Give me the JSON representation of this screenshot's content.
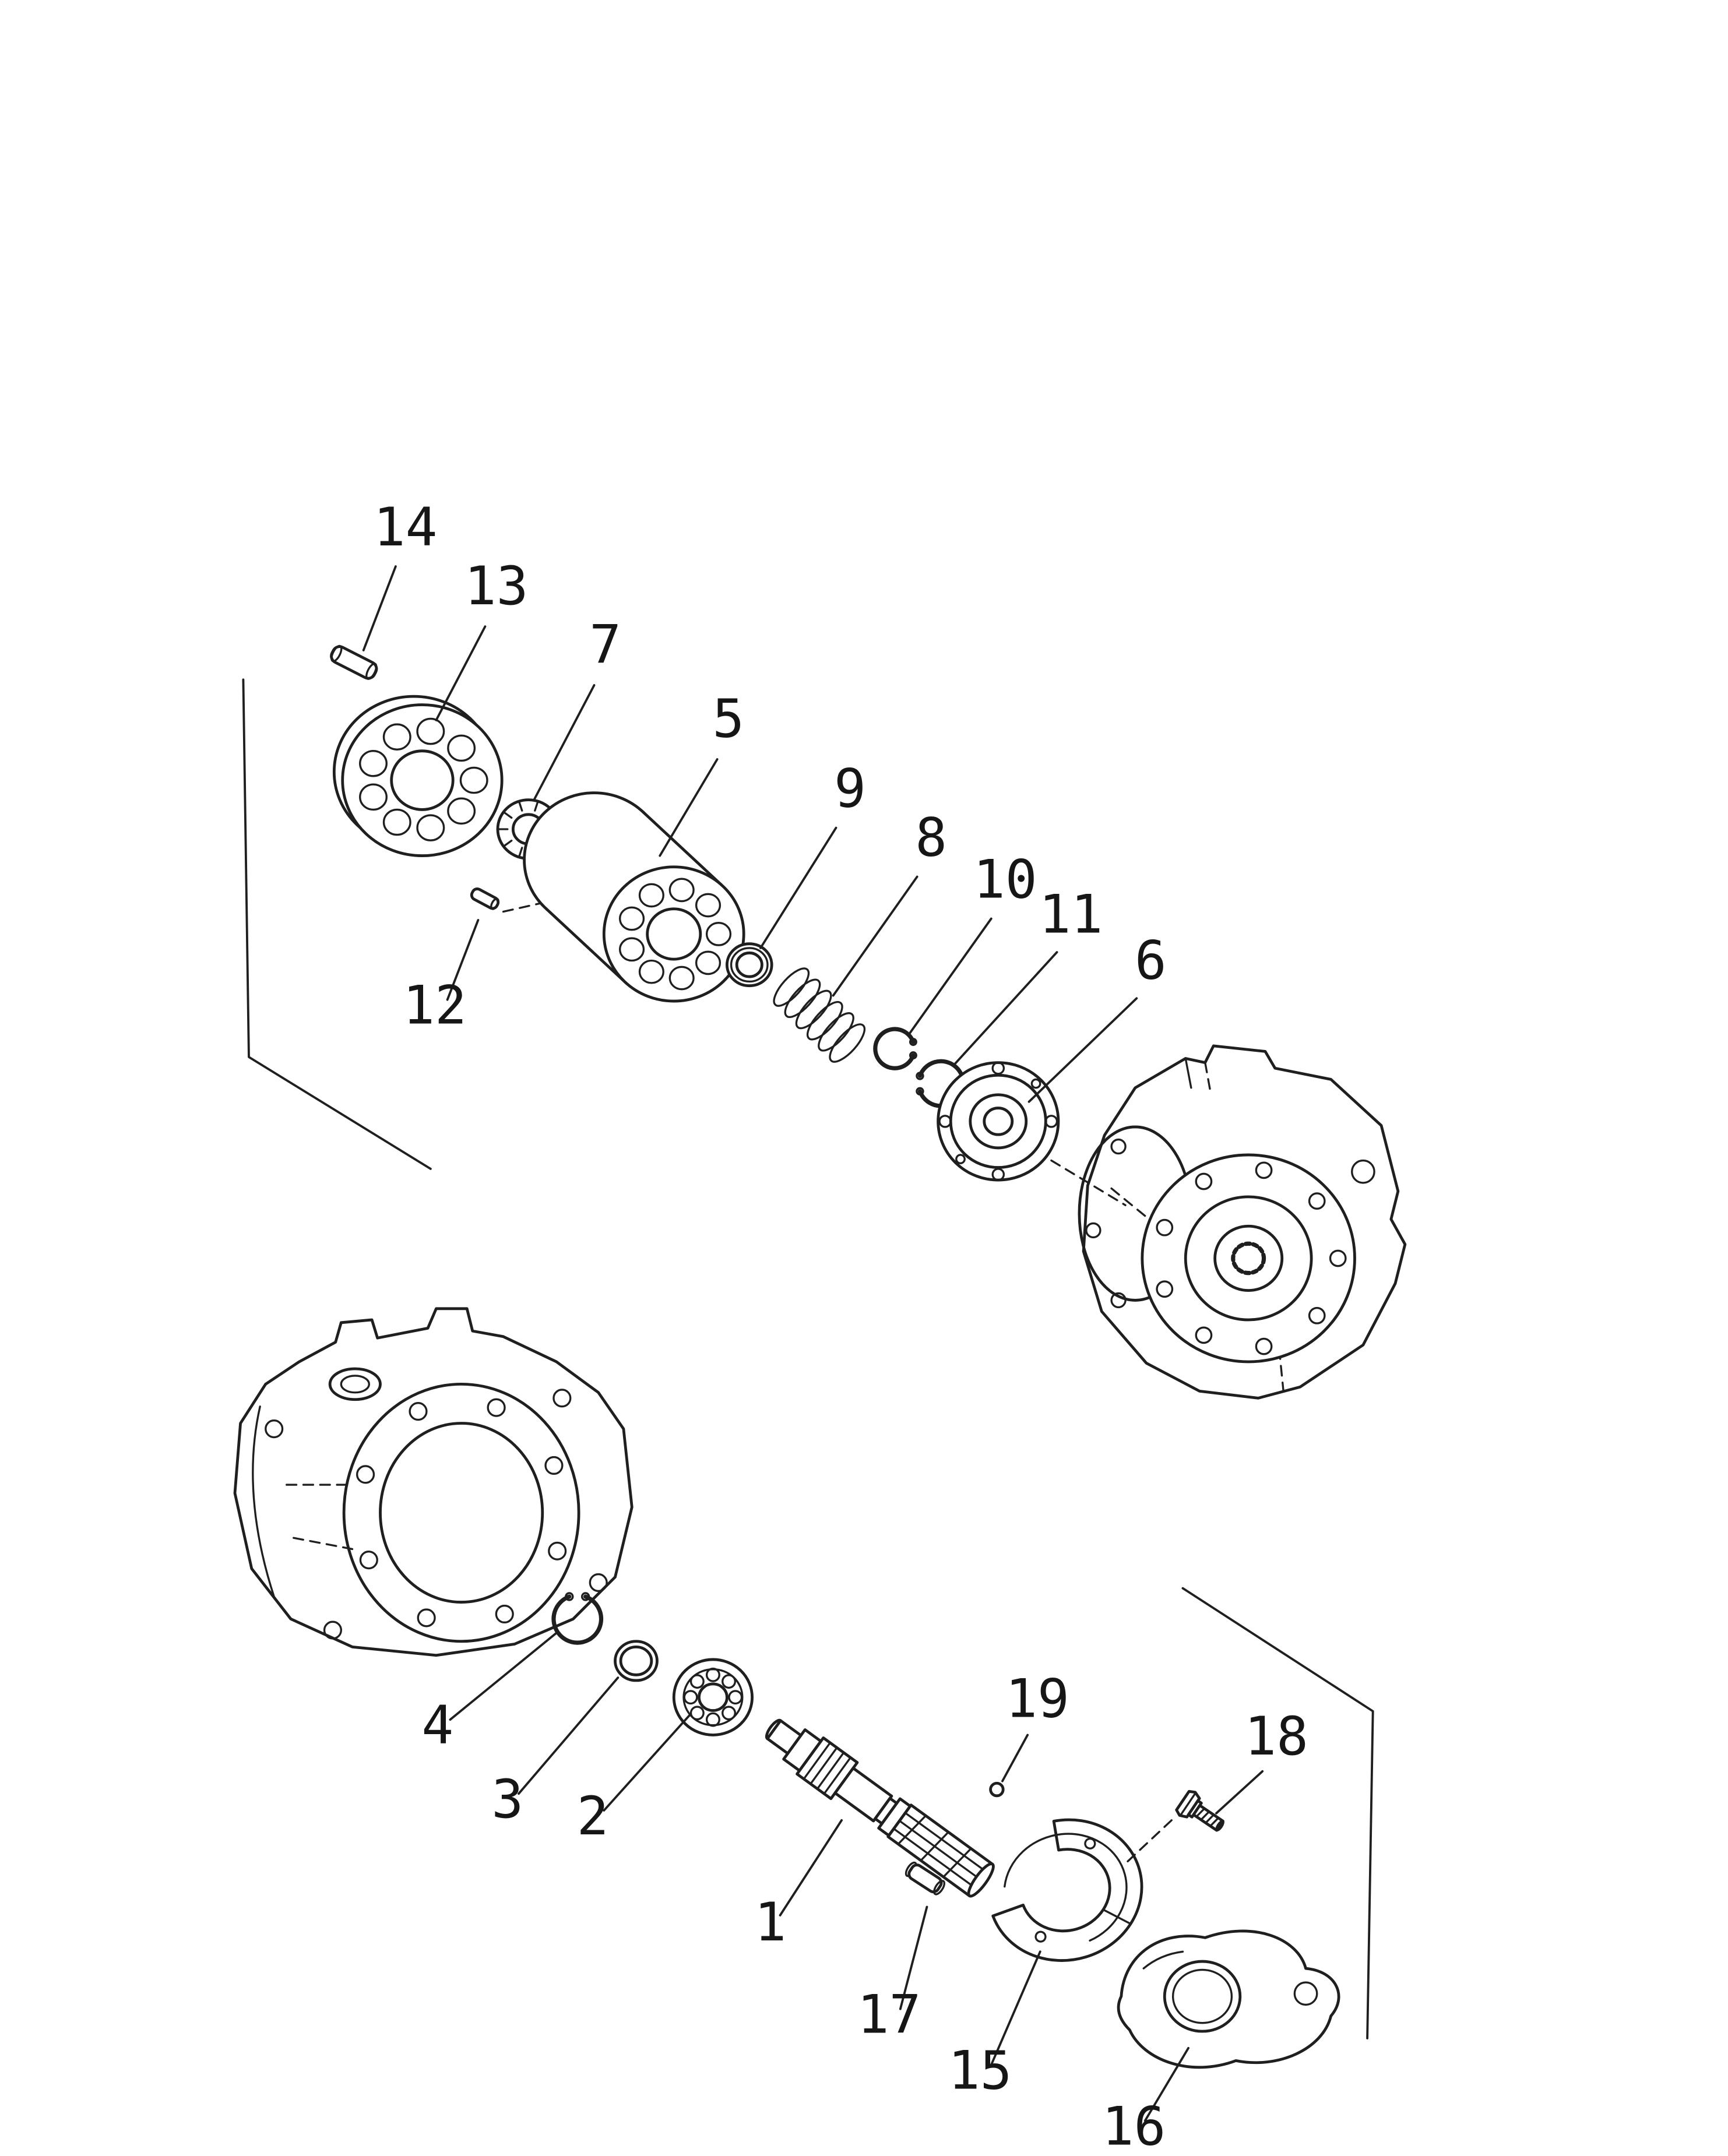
{
  "figure": {
    "background": "#ffffff",
    "line_color": "#1f1f1f",
    "callouts": [
      {
        "label": "1"
      },
      {
        "label": "2"
      },
      {
        "label": "3"
      },
      {
        "label": "4"
      },
      {
        "label": "5"
      },
      {
        "label": "6"
      },
      {
        "label": "7"
      },
      {
        "label": "8"
      },
      {
        "label": "9"
      },
      {
        "label": "10"
      },
      {
        "label": "11"
      },
      {
        "label": "12"
      },
      {
        "label": "13"
      },
      {
        "label": "14"
      },
      {
        "label": "15"
      },
      {
        "label": "16"
      },
      {
        "label": "17"
      },
      {
        "label": "18"
      },
      {
        "label": "19"
      }
    ]
  }
}
